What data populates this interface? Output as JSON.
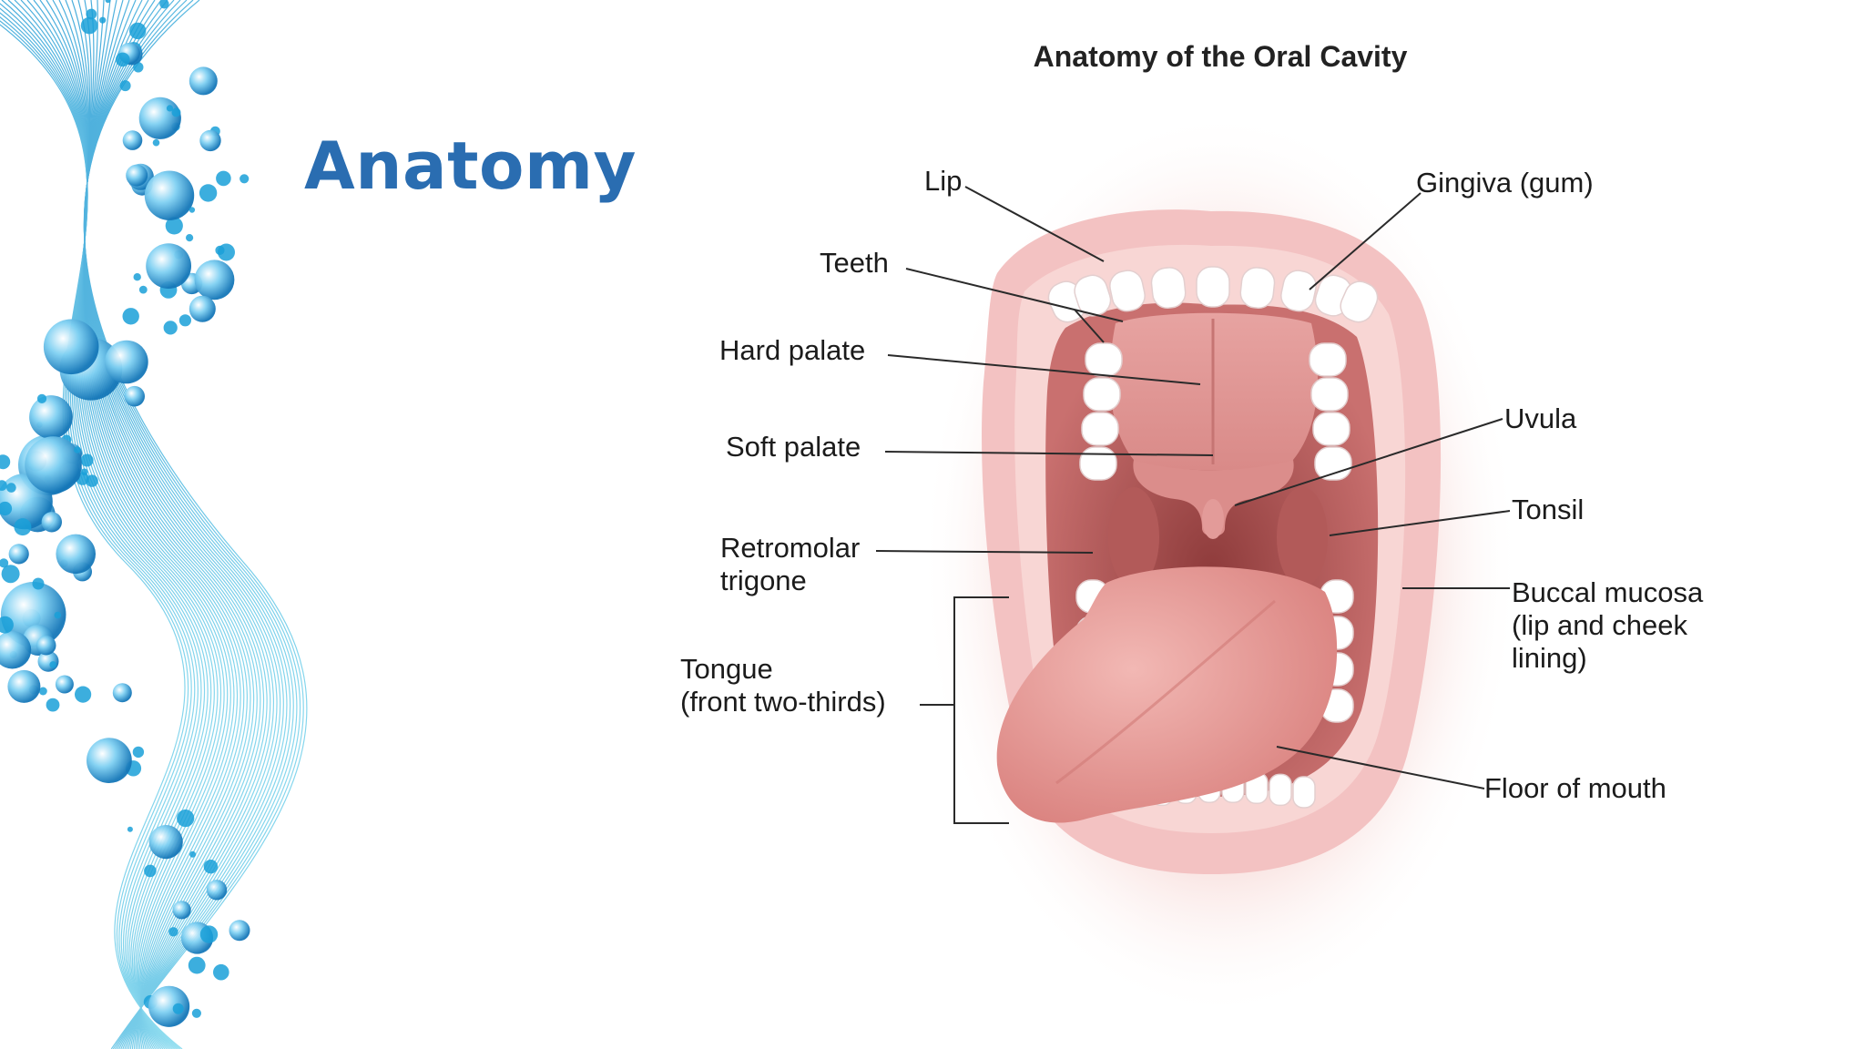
{
  "slide": {
    "title": "Anatomy"
  },
  "figure": {
    "title": "Anatomy of the Oral Cavity",
    "labels": {
      "lip": "Lip",
      "teeth": "Teeth",
      "hard_palate": "Hard palate",
      "soft_palate": "Soft palate",
      "retromolar_l1": "Retromolar",
      "retromolar_l2": "trigone",
      "tongue_l1": "Tongue",
      "tongue_l2": "(front two-thirds)",
      "gingiva": "Gingiva (gum)",
      "uvula": "Uvula",
      "tonsil": "Tonsil",
      "buccal_l1": "Buccal mucosa",
      "buccal_l2": "(lip and cheek",
      "buccal_l3": "lining)",
      "floor": "Floor of mouth"
    }
  },
  "colors": {
    "title_blue": "#2a6db1",
    "deco_blue": "#1aa0d8",
    "lip_pink": "#f3c2c2",
    "mouth_inner": "#c9706f",
    "tongue": "#e39a98",
    "teeth": "#ffffff"
  }
}
